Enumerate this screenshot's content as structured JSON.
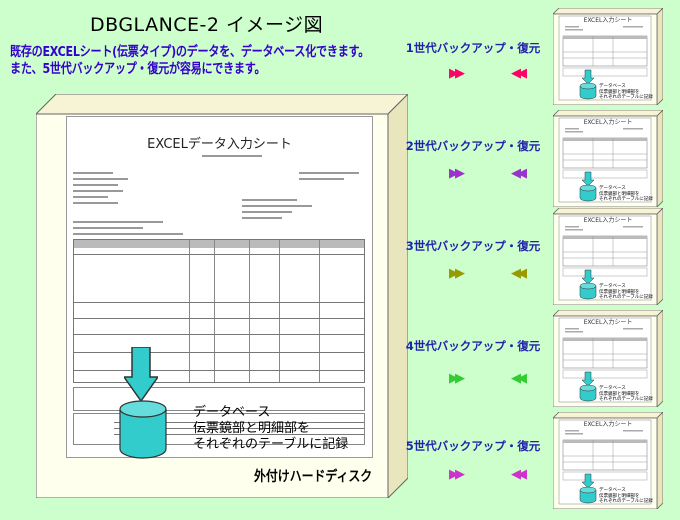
{
  "title": "DBGLANCE-2 イメージ図",
  "subtitle_lines": [
    "既存のEXCELシート(伝票タイプ)のデータを、データベース化できます。",
    "また、5世代バックアップ・復元が容易にできます。"
  ],
  "sheet_title": "EXCELデータ入力シート",
  "db_caption": [
    "データベース",
    "伝票鏡部と明細部を",
    "それぞれのテーブルに記録"
  ],
  "disk_label": "外付けハードディスク",
  "mini_sheet_title": "EXCEL入力シート",
  "mini_db_caption": [
    "データベース",
    "伝票鏡部と明細部を",
    "それぞれのテーブルに記録"
  ],
  "generations": [
    {
      "label": "1世代バックアップ・復元",
      "arrow_color": "#FF0066"
    },
    {
      "label": "2世代バックアップ・復元",
      "arrow_color": "#9933CC"
    },
    {
      "label": "3世代バックアップ・復元",
      "arrow_color": "#999900"
    },
    {
      "label": "4世代バックアップ・復元",
      "arrow_color": "#33CC33"
    },
    {
      "label": "5世代バックアップ・復元",
      "arrow_color": "#CC33CC"
    }
  ],
  "colors": {
    "background": "#CCFFCC",
    "box_front": "#FFFFEE",
    "box_side": "#F0EEC8",
    "database": "#33CCCC",
    "subtitle": "#3300CC",
    "gen_label": "#2222AA"
  },
  "icons": [
    "fast-forward-icon",
    "rewind-icon",
    "database-icon",
    "down-arrow-icon"
  ]
}
